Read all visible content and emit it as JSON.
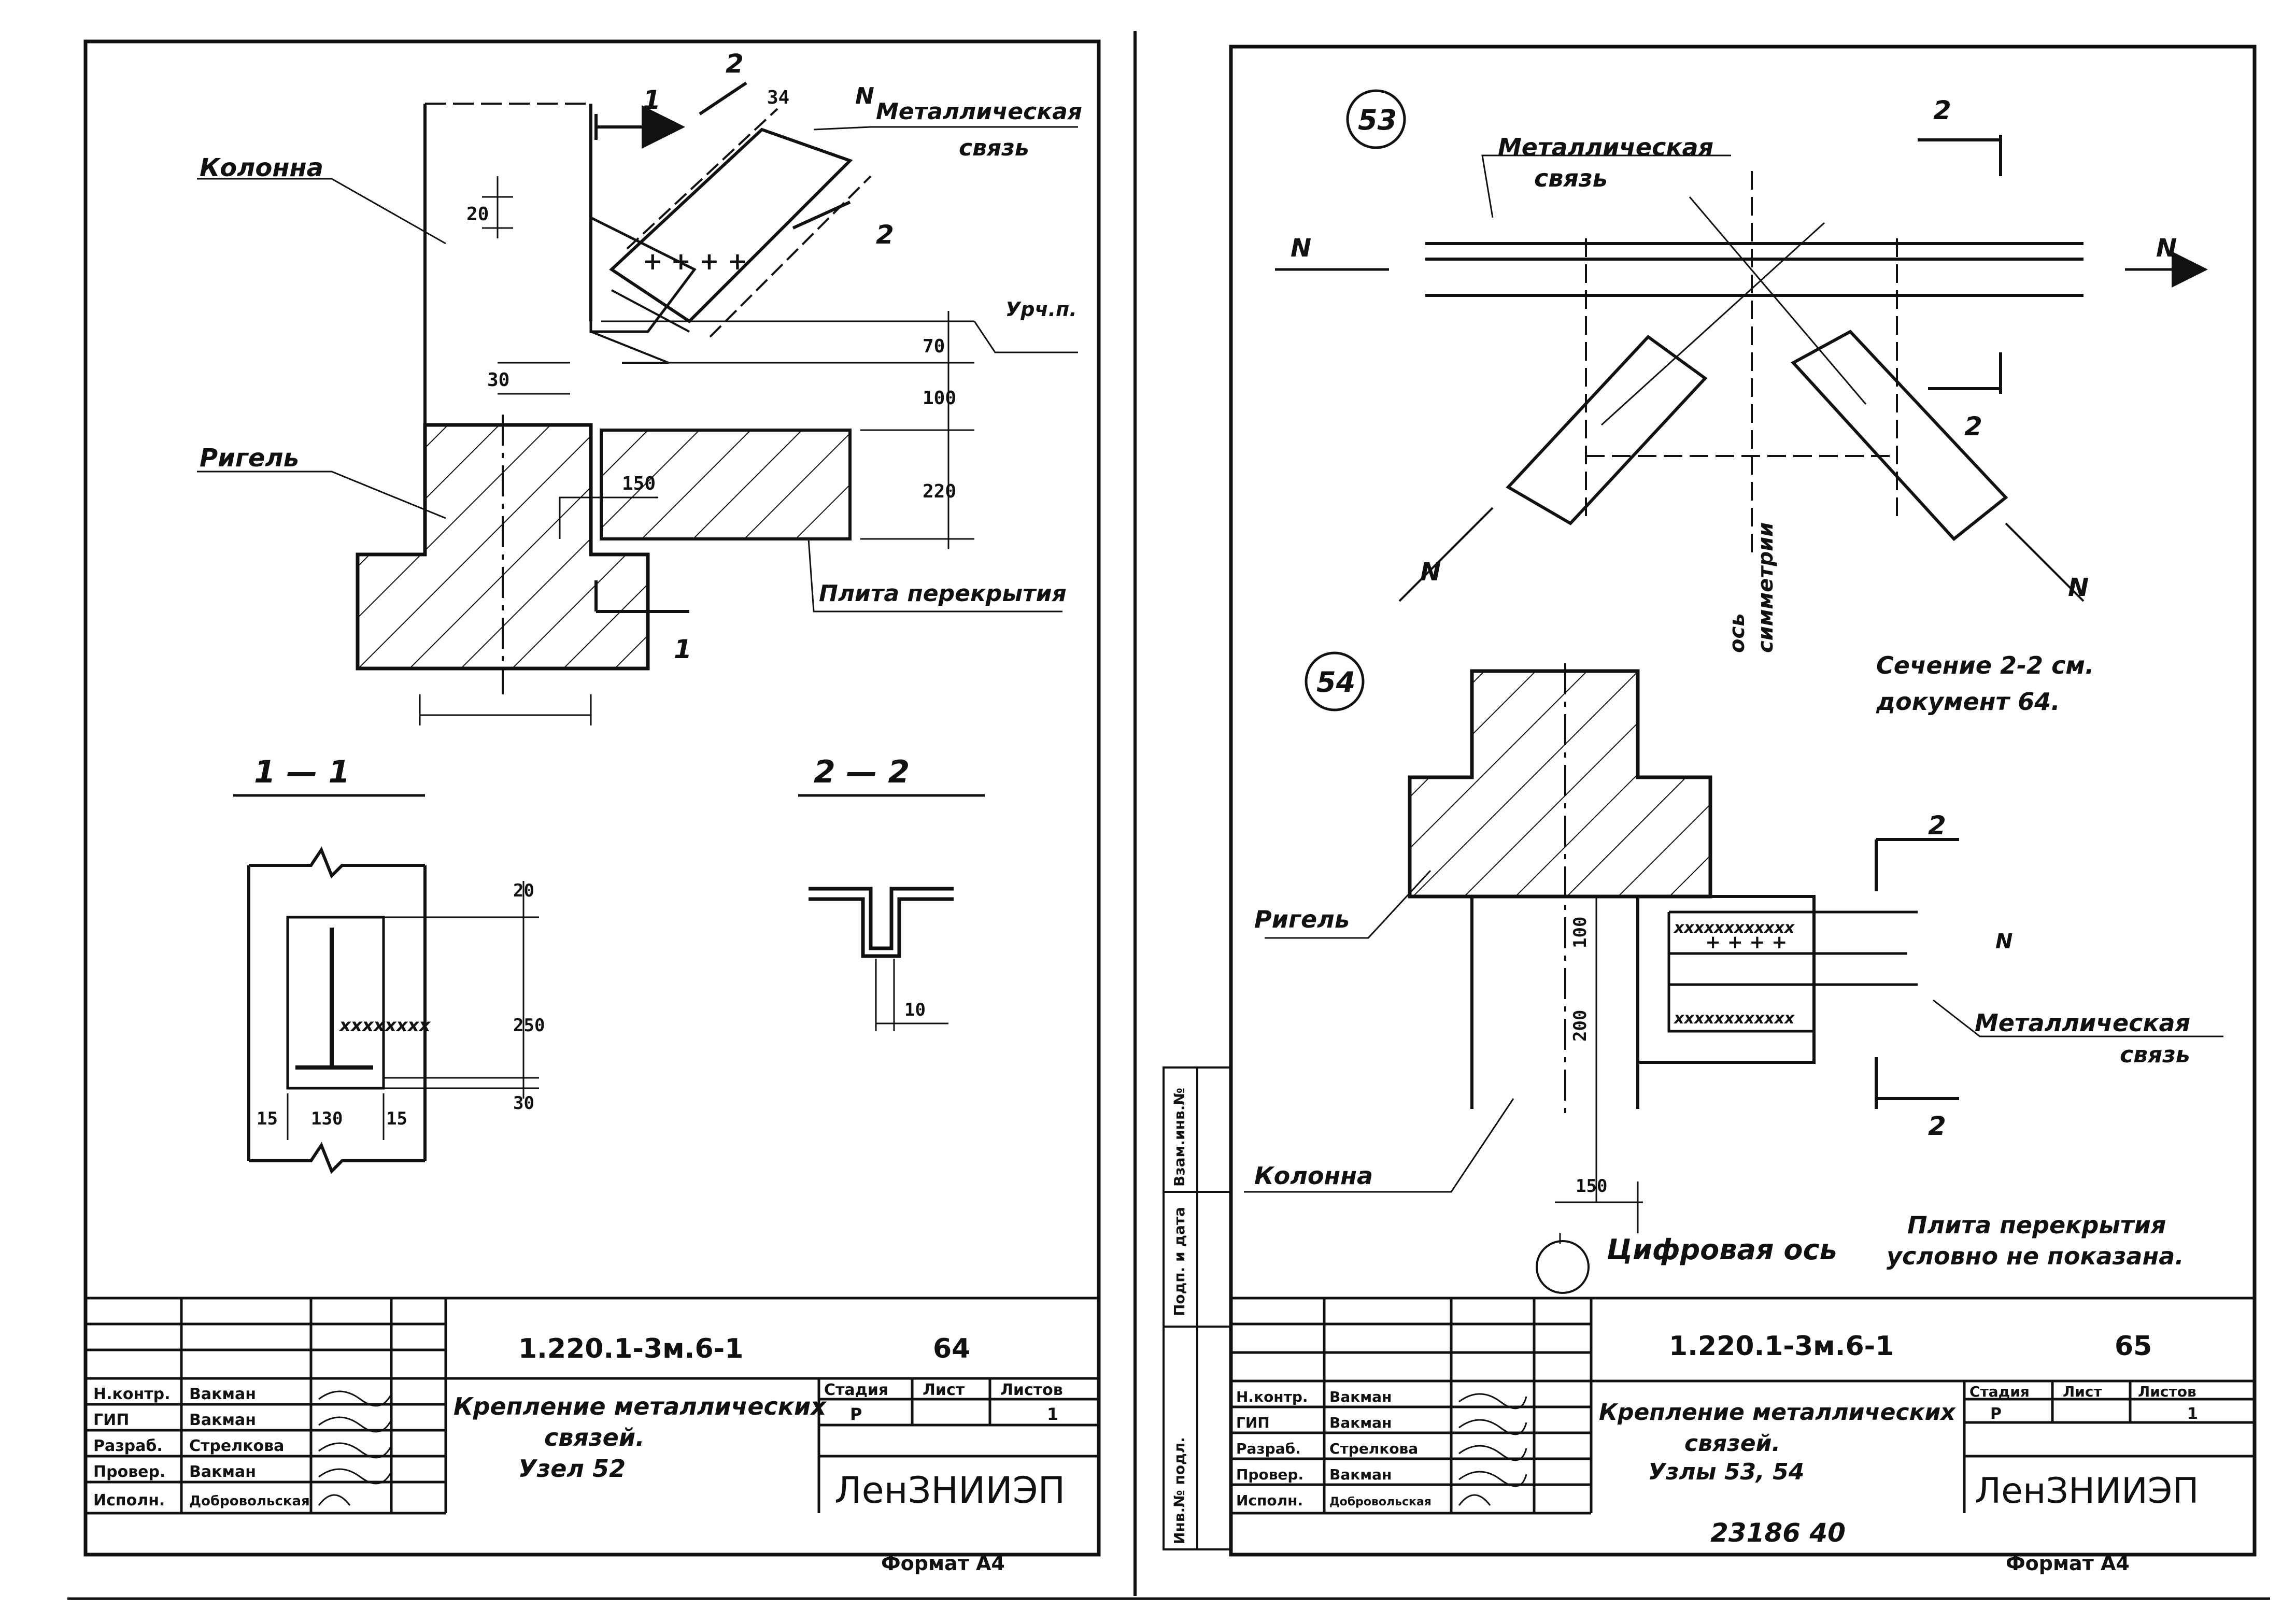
{
  "sheet_left": {
    "labels": {
      "column": "Колонна",
      "metal_tie": "Металлическая",
      "metal_tie2": "связь",
      "beam": "Ригель",
      "slab": "Плита перекрытия",
      "level": "Урч.п.",
      "N": "N",
      "cut1": "1",
      "cut2": "2"
    },
    "dims": {
      "d34": "34",
      "d20": "20",
      "d30": "30",
      "d70": "70",
      "d100": "100",
      "d220": "220",
      "d150": "150",
      "d250": "250",
      "d20b": "20",
      "d30b": "30",
      "d15a": "15",
      "d130": "130",
      "d15b": "15",
      "d10": "10"
    },
    "sections": {
      "s11": "1 — 1",
      "s22": "2 — 2"
    },
    "title_block": {
      "code": "1.220.1-3м.6-1",
      "page": "64",
      "title_line1": "Крепление металлических",
      "title_line2": "связей.",
      "title_line3": "Узел 52",
      "stage_hdr": "Стадия",
      "sheet_hdr": "Лист",
      "sheets_hdr": "Листов",
      "stage": "Р",
      "sheets": "1",
      "org": "ЛенЗНИИЭП",
      "format": "Формат А4",
      "roles": [
        "Н.контр.",
        "ГИП",
        "Разраб.",
        "Провер.",
        "Исполн."
      ],
      "names": [
        "Вакман",
        "Вакман",
        "Стрелкова",
        "Вакман",
        "Добровольская"
      ]
    }
  },
  "sheet_right": {
    "labels": {
      "node53": "53",
      "node54": "54",
      "metal_tie": "Металлическая",
      "metal_tie2": "связь",
      "N": "N",
      "axis_sym1": "ось",
      "axis_sym2": "симметрии",
      "section_note1": "Сечение 2-2 см.",
      "section_note2": "документ 64.",
      "beam": "Ригель",
      "column": "Колонна",
      "digital_axis": "Цифровая ось",
      "slab_note1": "Плита перекрытия",
      "slab_note2": "условно не показана.",
      "metal_tie_b": "Металлическая",
      "metal_tie_b2": "связь",
      "cut2": "2"
    },
    "dims": {
      "d100": "100",
      "d200": "200",
      "d150": "150"
    },
    "side_stamp": [
      "Инв.№ подл.",
      "Подп. и дата",
      "Взам.инв.№"
    ],
    "title_block": {
      "code": "1.220.1-3м.6-1",
      "page": "65",
      "title_line1": "Крепление металлических",
      "title_line2": "связей.",
      "title_line3": "Узлы 53, 54",
      "stage_hdr": "Стадия",
      "sheet_hdr": "Лист",
      "sheets_hdr": "Листов",
      "stage": "Р",
      "sheets": "1",
      "org": "ЛенЗНИИЭП",
      "format": "Формат А4",
      "handwritten": "23186    40",
      "roles": [
        "Н.контр.",
        "ГИП",
        "Разраб.",
        "Провер.",
        "Исполн."
      ],
      "names": [
        "Вакман",
        "Вакман",
        "Стрелкова",
        "Вакман",
        "Добровольская"
      ]
    }
  }
}
